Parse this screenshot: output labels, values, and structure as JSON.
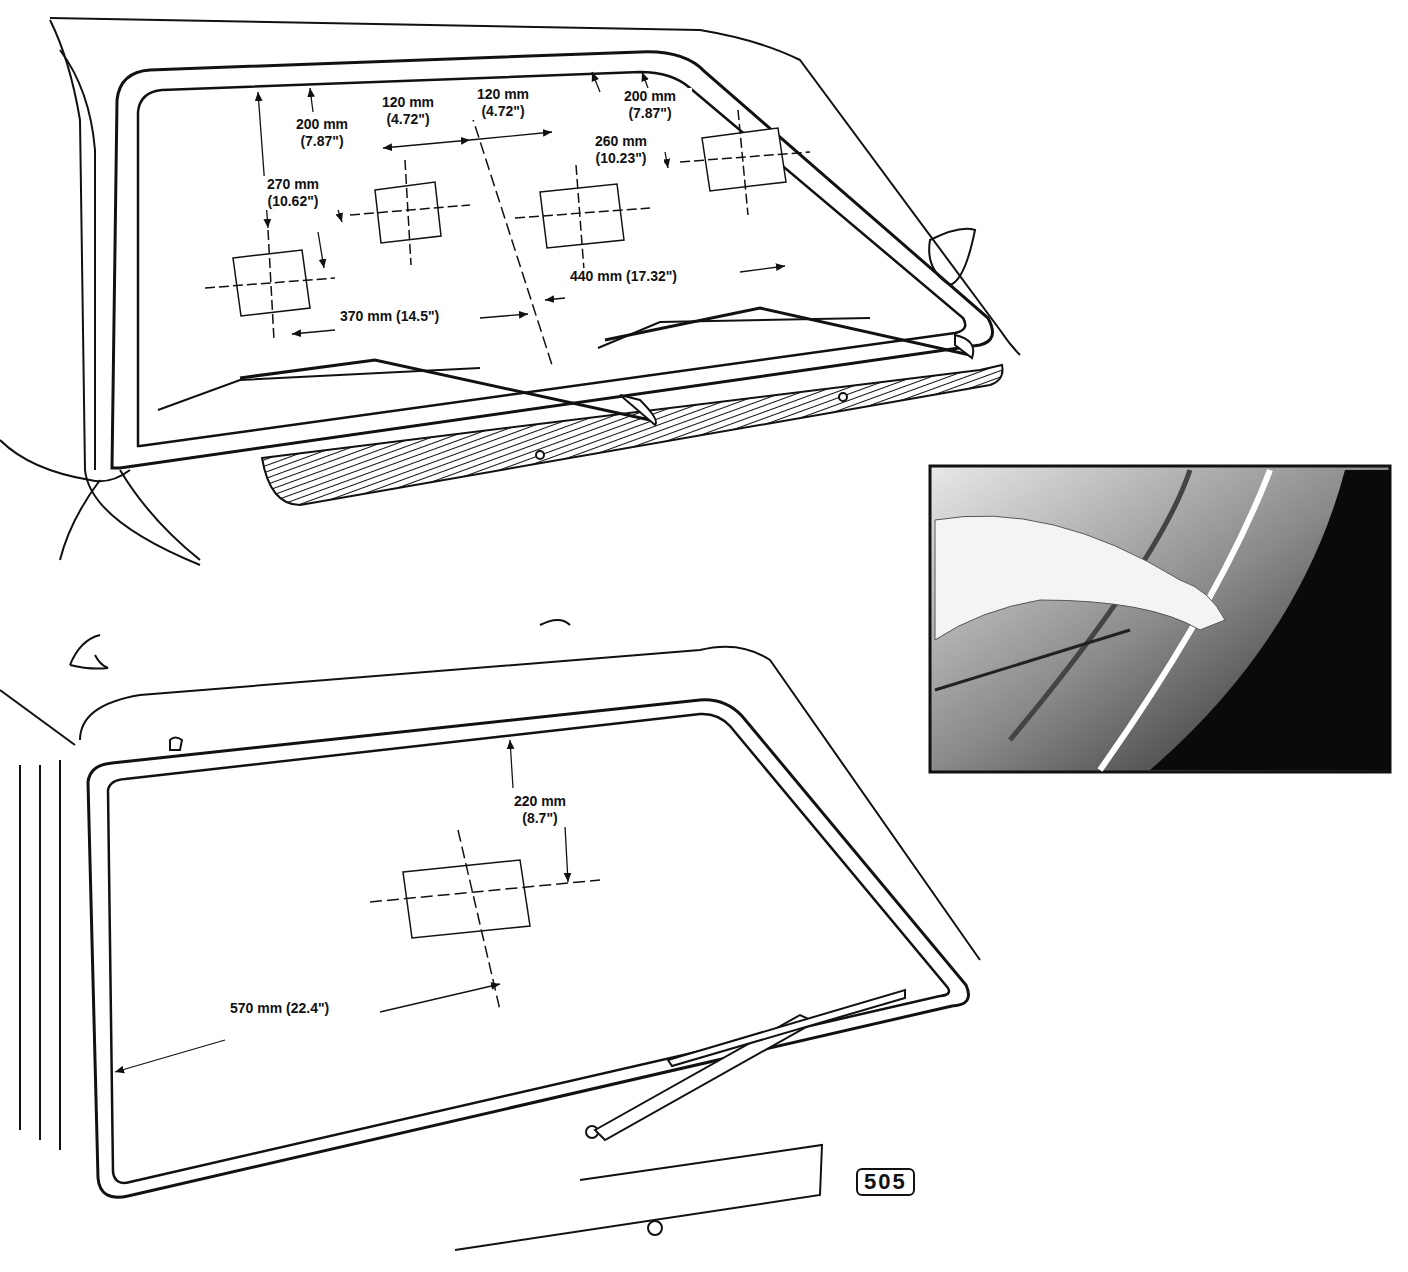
{
  "diagram": {
    "labels": [
      "200 mm (7.87\")",
      "120 mm (4.72\")",
      "120 mm (4.72\")",
      "200 mm (7.87\")",
      "270 mm (10.62\")",
      "260 mm (10.23\")",
      "370 mm (14.5\")",
      "440 mm (17.32\")",
      "220 mm (8.7\")",
      "570 mm (22.4\")",
      "505"
    ]
  }
}
